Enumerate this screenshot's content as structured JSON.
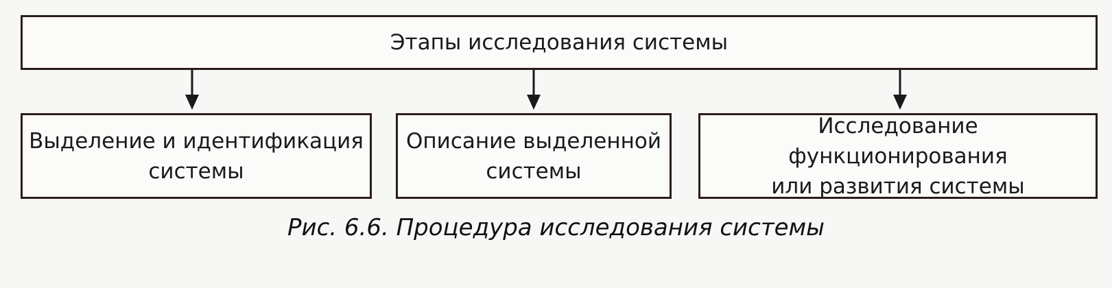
{
  "diagram": {
    "top": {
      "label": "Этапы исследования системы"
    },
    "stages": [
      {
        "line1": "Выделение и идентификация",
        "line2": "системы"
      },
      {
        "line1": "Описание выделенной",
        "line2": "системы"
      },
      {
        "line1": "Исследование функционирования",
        "line2": "или развития системы"
      }
    ]
  },
  "caption": "Рис. 6.6. Процедура исследования системы"
}
